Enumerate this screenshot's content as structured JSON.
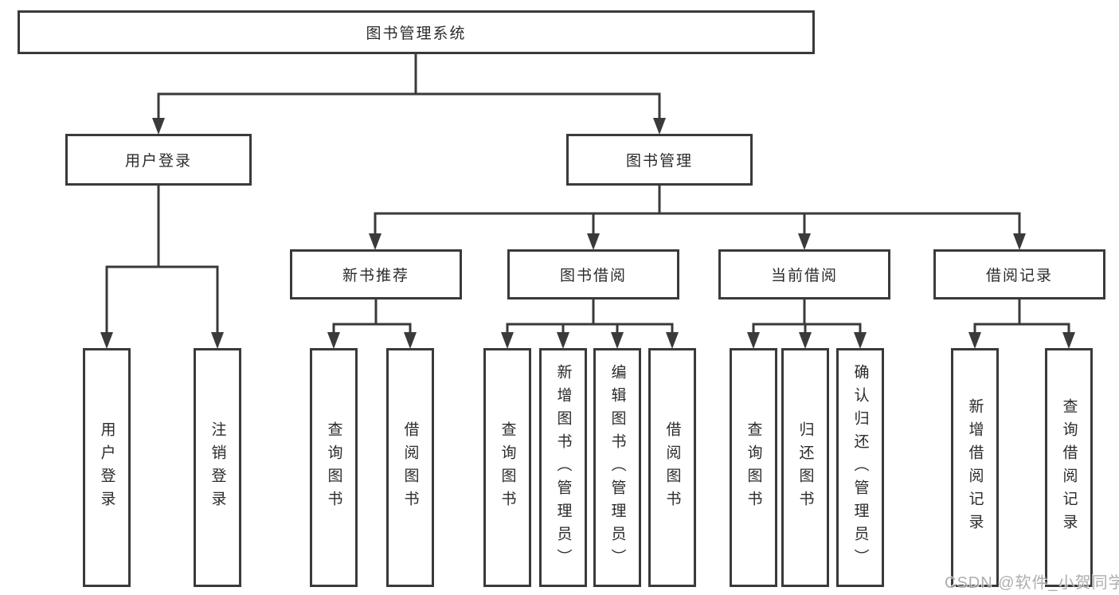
{
  "diagram": {
    "root": {
      "label": "图书管理系统"
    },
    "branches": [
      {
        "label": "用户登录",
        "children": [
          {
            "label": "用户登录"
          },
          {
            "label": "注销登录"
          }
        ]
      },
      {
        "label": "图书管理",
        "children": [
          {
            "label": "新书推荐",
            "children": [
              {
                "label": "查询图书"
              },
              {
                "label": "借阅图书"
              }
            ]
          },
          {
            "label": "图书借阅",
            "children": [
              {
                "label": "查询图书"
              },
              {
                "label": "新增图书（管理员）"
              },
              {
                "label": "编辑图书（管理员）"
              },
              {
                "label": "借阅图书"
              }
            ]
          },
          {
            "label": "当前借阅",
            "children": [
              {
                "label": "查询图书"
              },
              {
                "label": "归还图书"
              },
              {
                "label": "确认归还（管理员）"
              }
            ]
          },
          {
            "label": "借阅记录",
            "children": [
              {
                "label": "新增借阅记录"
              },
              {
                "label": "查询借阅记录"
              }
            ]
          }
        ]
      }
    ]
  },
  "watermark": {
    "text": "CSDN @软件_小贺同学"
  },
  "colors": {
    "line": "#3a3a3a",
    "text": "#2b2b2b",
    "background": "#ffffff",
    "watermark": "#9a9a9a"
  }
}
